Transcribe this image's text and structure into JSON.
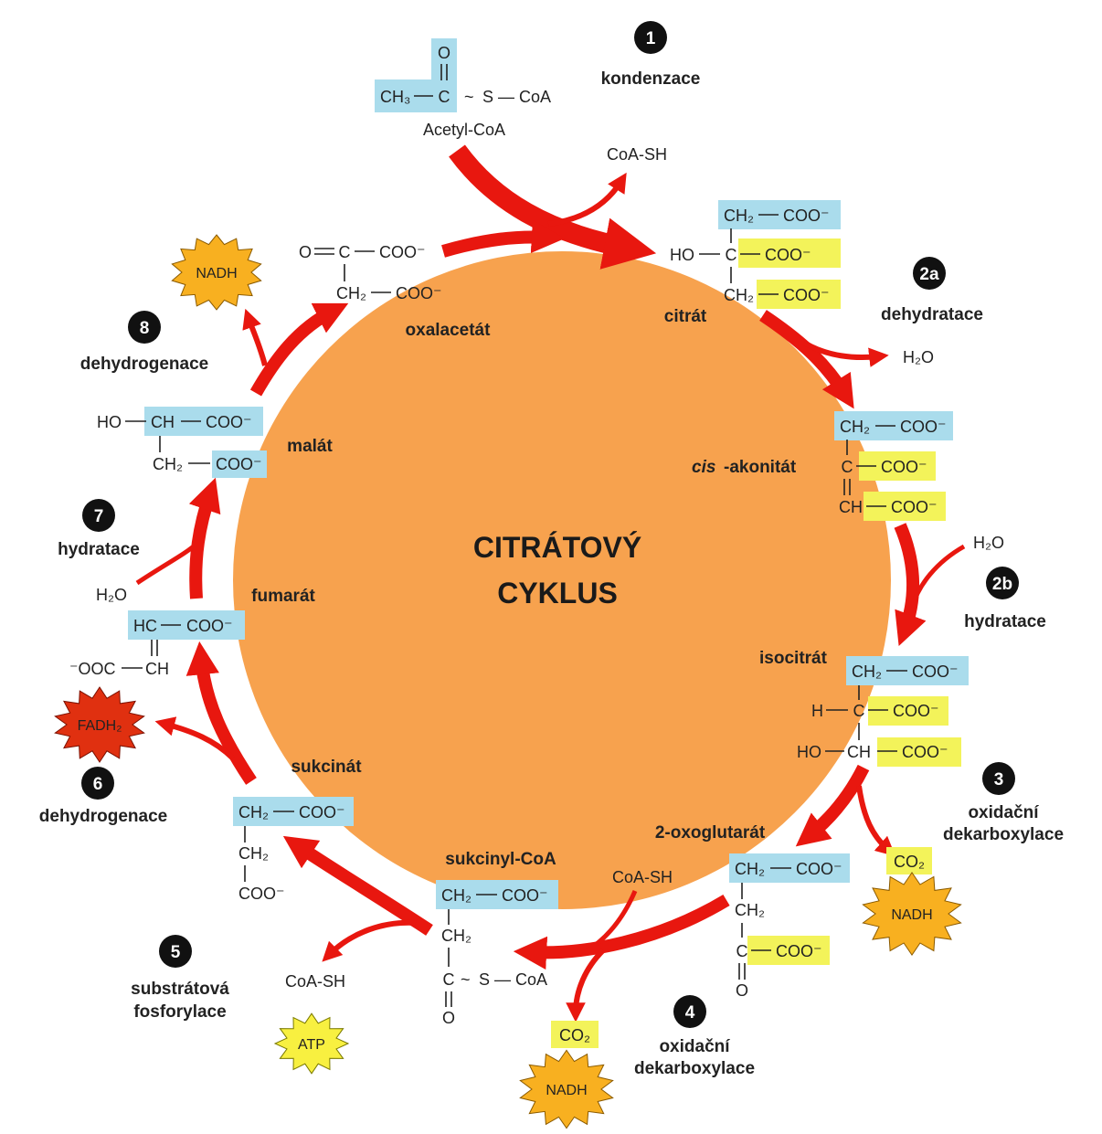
{
  "title": {
    "line1": "CITRÁTOVÝ",
    "line2": "CYKLUS"
  },
  "colors": {
    "circle": "#f7a24e",
    "arrow": "#e8170f",
    "blue_box": "#aadcec",
    "yellow_box": "#f3f35a",
    "star_orange": "#f8b020",
    "star_red": "#e03010",
    "star_yellow": "#f8f040"
  },
  "steps": [
    {
      "number": "1",
      "label": "kondenzace"
    },
    {
      "number": "2a",
      "label": "dehydratace"
    },
    {
      "number": "2b",
      "label": "hydratace"
    },
    {
      "number": "3",
      "label_line1": "oxidační",
      "label_line2": "dekarboxylace"
    },
    {
      "number": "4",
      "label_line1": "oxidační",
      "label_line2": "dekarboxylace"
    },
    {
      "number": "5",
      "label_line1": "substrátová",
      "label_line2": "fosforylace"
    },
    {
      "number": "6",
      "label": "dehydrogenace"
    },
    {
      "number": "7",
      "label": "hydratace"
    },
    {
      "number": "8",
      "label": "dehydrogenace"
    }
  ],
  "compounds": {
    "acetyl_coa": "Acetyl-CoA",
    "citrat": "citrát",
    "cis_akonitat_prefix": "cis",
    "cis_akonitat_rest": "-akonitát",
    "isocitrat": "isocitrát",
    "oxoglutarat": "2-oxoglutarát",
    "sukcinyl_coa": "sukcinyl-CoA",
    "sukcinat": "sukcinát",
    "fumarat": "fumarát",
    "malat": "malát",
    "oxalacetat": "oxalacetát"
  },
  "side_products": {
    "coash_1": "CoA-SH",
    "h2o_1": "H₂O",
    "h2o_2": "H₂O",
    "co2_1": "CO₂",
    "coash_2": "CoA-SH",
    "co2_2": "CO₂",
    "coash_3": "CoA-SH",
    "h2o_3": "H₂O"
  },
  "bursts": {
    "nadh_top": "NADH",
    "nadh_right": "NADH",
    "nadh_bottom": "NADH",
    "fadh2": "FADH₂",
    "atp": "ATP"
  },
  "formula_text": {
    "o": "O",
    "c": "C",
    "ch": "CH",
    "ch2": "CH₂",
    "ch3": "CH₃",
    "coo": "COO⁻",
    "ooc": "⁻OOC",
    "ho": "HO",
    "h": "H",
    "hc": "HC",
    "s_coa": "S — CoA",
    "tilde": "~"
  }
}
